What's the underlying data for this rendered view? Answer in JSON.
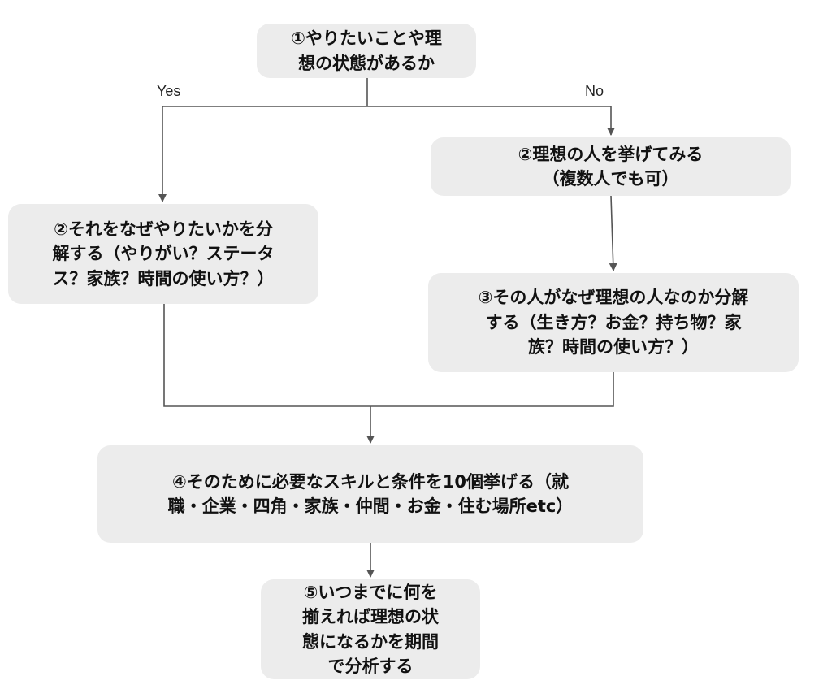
{
  "nodes": {
    "step1": {
      "lines": [
        "①やりたいことや理",
        "想の状態があるか"
      ]
    },
    "step2_yes": {
      "lines": [
        "②それをなぜやりたいかを分",
        "解する（やりがい？ステータ",
        "ス？家族？時間の使い方？）"
      ]
    },
    "step2_no": {
      "lines": [
        "②理想の人を挙げてみる",
        "（複数人でも可）"
      ]
    },
    "step3": {
      "lines": [
        "③その人がなぜ理想の人なのか分解",
        "する（生き方？お金？持ち物？家",
        "族？時間の使い方？）"
      ]
    },
    "step4": {
      "lines": [
        "④そのために必要なスキルと条件を10個挙げる（就",
        "職・企業・四角・家族・仲間・お金・住む場所etc）"
      ]
    },
    "step5": {
      "lines": [
        "⑤いつまでに何を",
        "揃えれば理想の状",
        "態になるかを期間",
        "で分析する"
      ]
    }
  },
  "branches": {
    "yes": "Yes",
    "no": "No"
  },
  "colors": {
    "box": "#ececec",
    "line": "#555555"
  }
}
